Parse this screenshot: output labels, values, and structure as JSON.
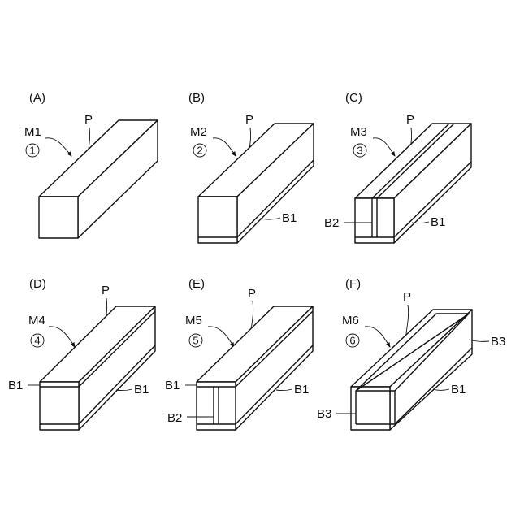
{
  "panels": [
    {
      "id": "A",
      "label": "(A)",
      "marker": "M1",
      "step": "1",
      "p": "P",
      "labels": []
    },
    {
      "id": "B",
      "label": "(B)",
      "marker": "M2",
      "step": "2",
      "p": "P",
      "labels": [
        "B1"
      ]
    },
    {
      "id": "C",
      "label": "(C)",
      "marker": "M3",
      "step": "3",
      "p": "P",
      "labels": [
        "B2",
        "B1"
      ]
    },
    {
      "id": "D",
      "label": "(D)",
      "marker": "M4",
      "step": "4",
      "p": "P",
      "labels": [
        "B1",
        "B1"
      ]
    },
    {
      "id": "E",
      "label": "(E)",
      "marker": "M5",
      "step": "5",
      "p": "P",
      "labels": [
        "B1",
        "B1",
        "B2"
      ]
    },
    {
      "id": "F",
      "label": "(F)",
      "marker": "M6",
      "step": "6",
      "p": "P",
      "labels": [
        "B3",
        "B1",
        "B3"
      ]
    }
  ]
}
